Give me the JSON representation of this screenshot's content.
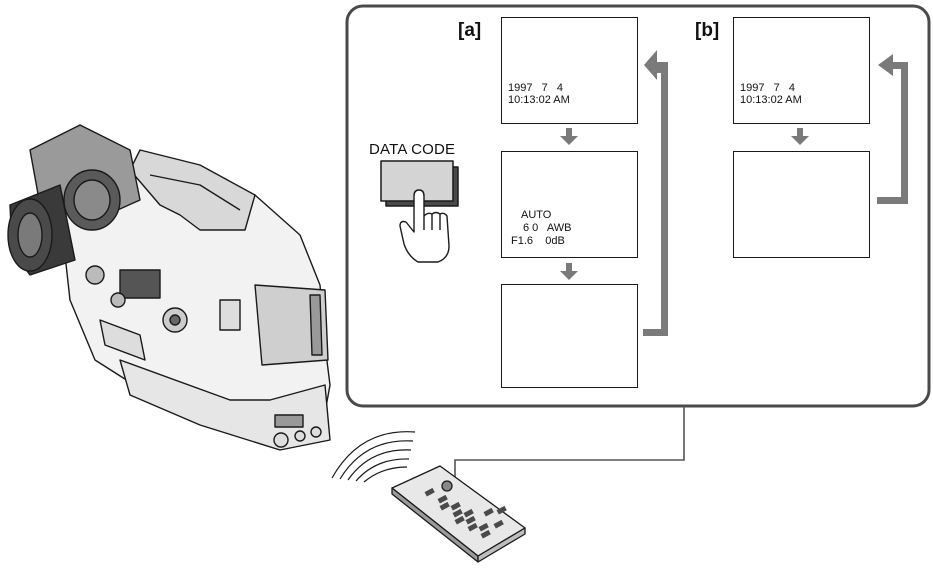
{
  "panel_a": {
    "label": "[a]",
    "screen1": {
      "date": "1997   7   4",
      "time": "10:13:02 AM"
    },
    "screen2": {
      "line1": "AUTO",
      "line2": "6 0   AWB",
      "line3": "F1.6    0dB"
    }
  },
  "panel_b": {
    "label": "[b]",
    "screen1": {
      "date": "1997   7   4",
      "time": "10:13:02 AM"
    }
  },
  "button": {
    "label": "DATA CODE"
  },
  "colors": {
    "frame": "#4a4a4a",
    "arrow": "#7a7a7a",
    "screen_border": "#1a1a1a",
    "button_fill": "#d4d4d4"
  },
  "icons": [
    "camcorder-icon",
    "remote-control-icon",
    "pointing-hand-icon",
    "signal-waves-icon",
    "down-arrow-icon",
    "loop-arrow-icon"
  ]
}
